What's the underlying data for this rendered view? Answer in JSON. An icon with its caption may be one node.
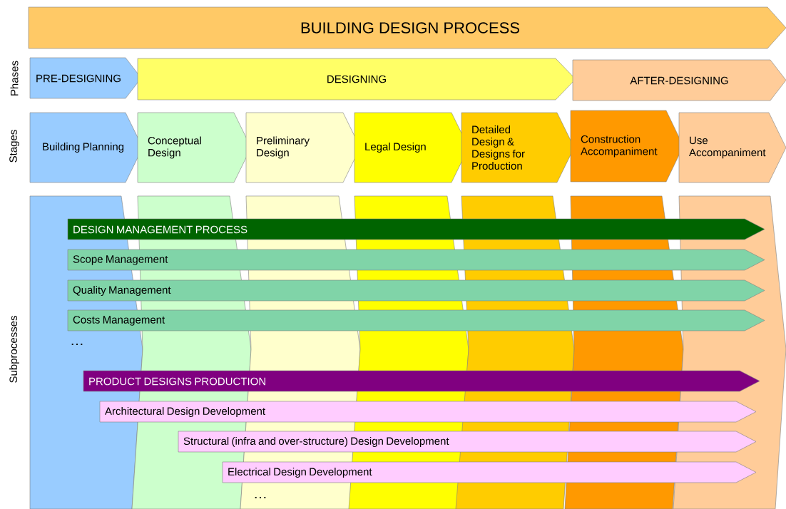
{
  "diagram": {
    "title": "BUILDING DESIGN PROCESS",
    "nodes": [
      {
        "text": [
          "PRE-DESIGNING"
        ]
      },
      {
        "text": [
          "DESIGNING"
        ]
      },
      {
        "text": [
          "AFTER-DESIGNING"
        ]
      },
      {
        "text": [
          "Building Planning"
        ]
      },
      {
        "text": [
          "Conceptual Design"
        ]
      },
      {
        "text": [
          "Preliminary Design"
        ]
      },
      {
        "text": [
          "Legal Design"
        ]
      },
      {
        "text": [
          "Detailed Design & Designs for Production"
        ]
      },
      {
        "text": [
          "Construction Accompaniment"
        ]
      },
      {
        "text": [
          "Use Accompaniment"
        ]
      },
      {
        "text": [],
        "shape": "bar"
      },
      {
        "text": [],
        "shape": "bar"
      },
      {
        "text": [],
        "shape": "bar"
      },
      {
        "text": [],
        "shape": "bar"
      },
      {
        "text": [],
        "shape": "bar"
      },
      {
        "text": [],
        "shape": "bar"
      },
      {
        "text": [],
        "shape": "bar"
      },
      {
        "text": [
          "DESIGN MANAGEMENT PROCESS"
        ]
      },
      {
        "text": [
          "Scope Management"
        ]
      },
      {
        "text": [
          "Quality Management"
        ]
      },
      {
        "text": [
          "Costs Management"
        ]
      },
      {
        "text": [
          "PRODUCT DESIGNS PRODUCTION"
        ]
      },
      {
        "text": [
          "Architectural Design Development"
        ]
      },
      {
        "text": [
          "Structural (infra and over-structure) Design Development"
        ]
      },
      {
        "text": [
          "Electrical Design Development"
        ]
      }
    ],
    "labels": [
      "Phases",
      "Stages",
      "Subprocesses",
      "…",
      "…"
    ]
  }
}
